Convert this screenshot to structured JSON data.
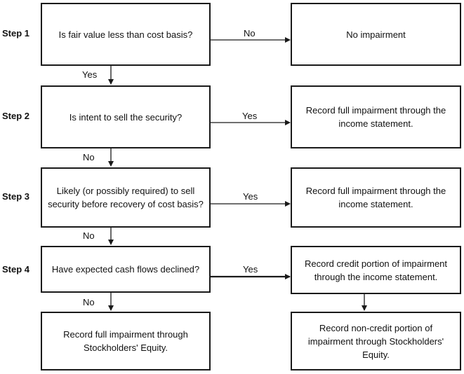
{
  "steps": {
    "s1": "Step 1",
    "s2": "Step 2",
    "s3": "Step 3",
    "s4": "Step 4"
  },
  "questions": {
    "q1": "Is fair value less than cost basis?",
    "q2": "Is intent to sell the security?",
    "q3": "Likely (or possibly required) to sell security before recovery of cost basis?",
    "q4": "Have expected cash flows declined?"
  },
  "outcomes": {
    "r1": "No impairment",
    "r2": "Record full impairment through the income statement.",
    "r3": "Record full impairment through the income statement.",
    "r4": "Record credit portion of impairment through the income statement.",
    "r5": "Record non-credit portion of impairment through Stockholders' Equity.",
    "r6": "Record full impairment through Stockholders' Equity."
  },
  "edge_labels": {
    "q1_right": "No",
    "q1_down": "Yes",
    "q2_right": "Yes",
    "q2_down": "No",
    "q3_right": "Yes",
    "q3_down": "No",
    "q4_right": "Yes",
    "q4_down": "No"
  }
}
